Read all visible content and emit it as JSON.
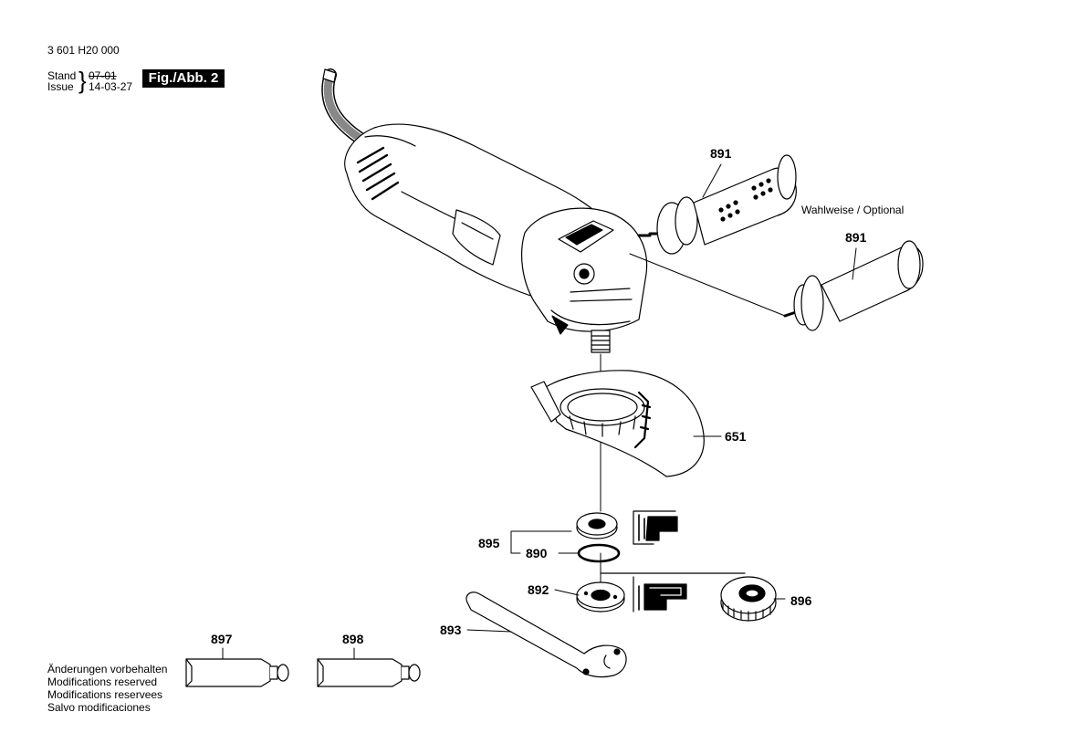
{
  "header": {
    "part_number": "3 601 H20 000",
    "stand_label": "Stand",
    "issue_label": "Issue",
    "stand_date": "07-01",
    "issue_date": "14-03-27",
    "figure_badge": "Fig./Abb. 2"
  },
  "callouts": {
    "handle_antivibration": "891",
    "handle_optional": "891",
    "optional_note": "Wahlweise / Optional",
    "guard": "651",
    "flange_group": "895",
    "o_ring": "890",
    "clamping_nut": "892",
    "quick_nut": "896",
    "pin_wrench": "893",
    "grease_tube_1": "897",
    "grease_tube_2": "898"
  },
  "notes": [
    "Änderungen vorbehalten",
    "Modifications reserved",
    "Modifications reservees",
    "Salvo modificaciones"
  ]
}
